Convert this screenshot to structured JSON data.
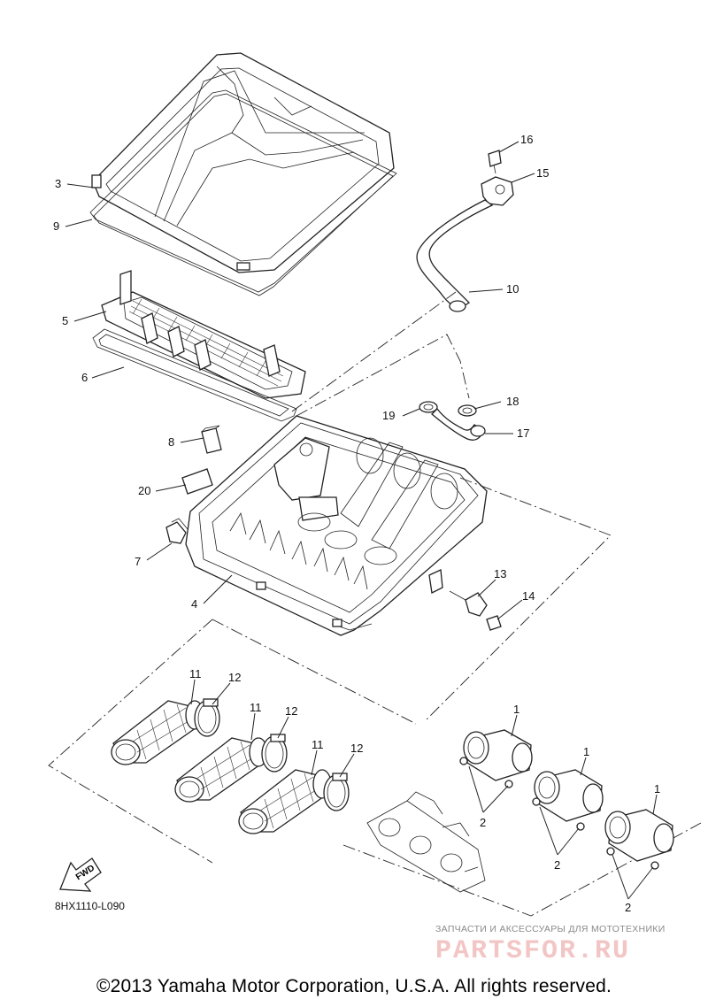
{
  "diagram": {
    "code": "8HX1110-L090",
    "fwd_label": "FWD",
    "callouts": [
      {
        "id": "c3",
        "text": "3"
      },
      {
        "id": "c9",
        "text": "9"
      },
      {
        "id": "c5",
        "text": "5"
      },
      {
        "id": "c6",
        "text": "6"
      },
      {
        "id": "c8",
        "text": "8"
      },
      {
        "id": "c20",
        "text": "20"
      },
      {
        "id": "c7",
        "text": "7"
      },
      {
        "id": "c4",
        "text": "4"
      },
      {
        "id": "c16",
        "text": "16"
      },
      {
        "id": "c15",
        "text": "15"
      },
      {
        "id": "c10",
        "text": "10"
      },
      {
        "id": "c18",
        "text": "18"
      },
      {
        "id": "c19",
        "text": "19"
      },
      {
        "id": "c17",
        "text": "17"
      },
      {
        "id": "c13",
        "text": "13"
      },
      {
        "id": "c14",
        "text": "14"
      },
      {
        "id": "c11a",
        "text": "11"
      },
      {
        "id": "c12a",
        "text": "12"
      },
      {
        "id": "c11b",
        "text": "11"
      },
      {
        "id": "c12b",
        "text": "12"
      },
      {
        "id": "c11c",
        "text": "11"
      },
      {
        "id": "c12c",
        "text": "12"
      },
      {
        "id": "c1a",
        "text": "1"
      },
      {
        "id": "c2a",
        "text": "2"
      },
      {
        "id": "c1b",
        "text": "1"
      },
      {
        "id": "c2b",
        "text": "2"
      },
      {
        "id": "c1c",
        "text": "1"
      },
      {
        "id": "c2c",
        "text": "2"
      }
    ]
  },
  "watermark": {
    "tagline": "ЗАПЧАСТИ И АКСЕССУАРЫ ДЛЯ МОТОТЕХНИКИ",
    "logo": "PARTSFOR.RU",
    "color": "#e8a0a0"
  },
  "footer": {
    "copyright": "©2013 Yamaha Motor Corporation, U.S.A. All rights reserved."
  }
}
